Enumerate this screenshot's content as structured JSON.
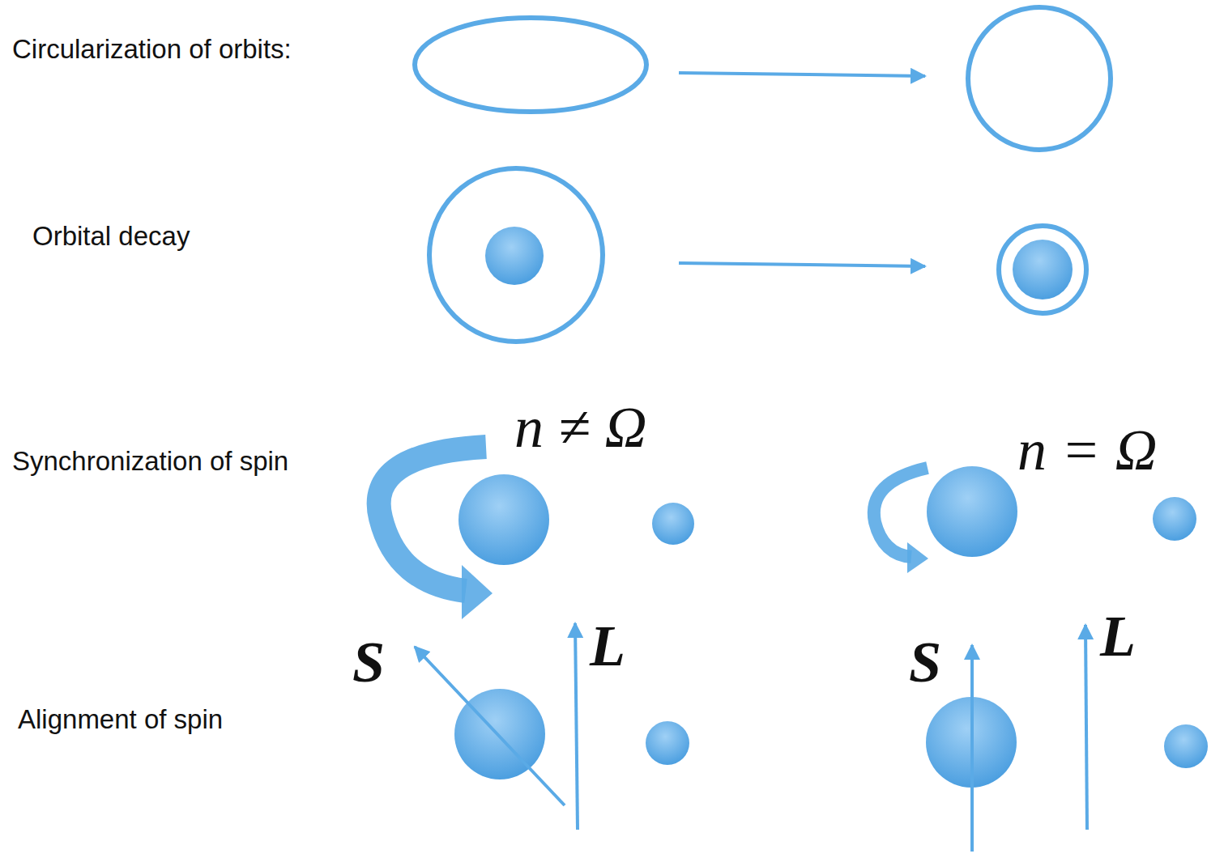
{
  "diagram": {
    "labels": [
      "Circularization of orbits:",
      "Orbital decay",
      "Synchronization of spin",
      "n ≠ Ω",
      "n = Ω",
      "Alignment of spin",
      "S",
      "L",
      "S",
      "L"
    ]
  }
}
